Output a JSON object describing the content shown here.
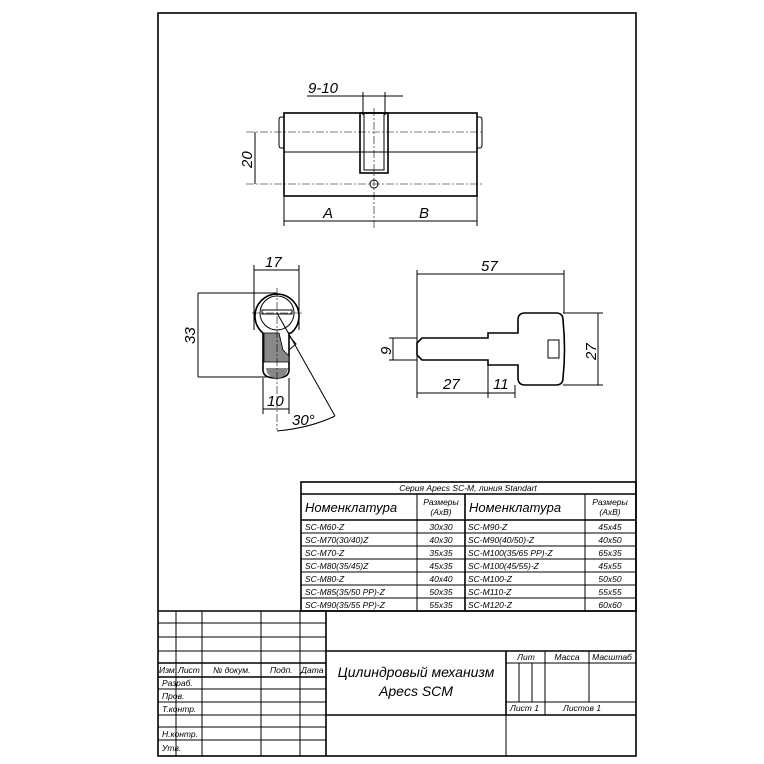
{
  "drawing": {
    "front_view": {
      "dim_slot": "9-10",
      "dim_height": "20",
      "dim_a": "A",
      "dim_b": "B"
    },
    "profile_view": {
      "dim_width": "17",
      "dim_height": "33",
      "dim_bottom": "10",
      "dim_angle": "30°"
    },
    "key_view": {
      "dim_length": "57",
      "dim_blade_height": "9",
      "dim_head_height": "27",
      "dim_blade_length": "27",
      "dim_step": "11"
    }
  },
  "spec_table": {
    "title": "Серия Apecs SC-M, линия Standart",
    "headers": [
      "Номенклатура",
      "Размеры",
      "(AxB)"
    ],
    "left_rows": [
      [
        "SC-M60-Z",
        "30x30"
      ],
      [
        "SC-M70(30/40)Z",
        "40x30"
      ],
      [
        "SC-M70-Z",
        "35x35"
      ],
      [
        "SC-M80(35/45)Z",
        "45x35"
      ],
      [
        "SC-M80-Z",
        "40x40"
      ],
      [
        "SC-M85(35/50 PP)-Z",
        "50x35"
      ],
      [
        "SC-M90(35/55 PP)-Z",
        "55x35"
      ]
    ],
    "right_rows": [
      [
        "SC-M90-Z",
        "45x45"
      ],
      [
        "SC-M90(40/50)-Z",
        "40x50"
      ],
      [
        "SC-M100(35/65 PP)-Z",
        "65x35"
      ],
      [
        "SC-M100(45/55)-Z",
        "45x55"
      ],
      [
        "SC-M100-Z",
        "50x50"
      ],
      [
        "SC-M110-Z",
        "55x55"
      ],
      [
        "SC-M120-Z",
        "60x60"
      ]
    ]
  },
  "title_block": {
    "columns": [
      "Изм.",
      "Лист",
      "№ докум.",
      "Подп.",
      "Дата"
    ],
    "roles": [
      "Разраб.",
      "Пров.",
      "Т.контр.",
      "Н.контр.",
      "Утв."
    ],
    "title_line1": "Цилиндровый механизм",
    "title_line2": "Apecs SCM",
    "lit": "Лит",
    "mass": "Масса",
    "scale": "Масштаб",
    "sheet": "Лист  1",
    "sheets": "Листов  1"
  }
}
